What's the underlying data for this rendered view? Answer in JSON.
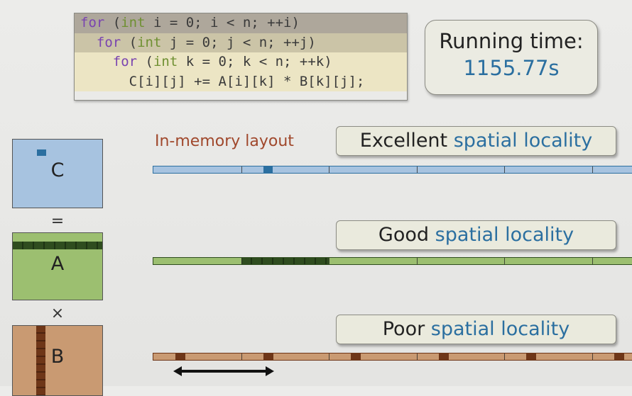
{
  "code": {
    "lines": [
      {
        "kw": "for",
        "open": " (",
        "type": "int",
        "rest": " i = 0; i < n; ++i)"
      },
      {
        "kw": "for",
        "open": " (",
        "type": "int",
        "rest": " j = 0; j < n; ++j)"
      },
      {
        "kw": "for",
        "open": " (",
        "type": "int",
        "rest": " k = 0; k < n; ++k)"
      },
      {
        "body": "C[i][j] += A[i][k] * B[k][j];"
      }
    ]
  },
  "running_time": {
    "label": "Running time:",
    "value": "1155.77s"
  },
  "layout_label": "In-memory layout",
  "localities": [
    {
      "prefix": "Excellent",
      "highlight": "spatial locality"
    },
    {
      "prefix": "Good",
      "highlight": "spatial locality"
    },
    {
      "prefix": "Poor",
      "highlight": "spatial locality"
    }
  ],
  "matrices": {
    "c": "C",
    "a": "A",
    "b": "B"
  },
  "operators": {
    "equals": "=",
    "times": "×"
  },
  "colors": {
    "c_fill": "#a7c3e0",
    "c_dark": "#2b6fa0",
    "a_fill": "#9cbf70",
    "a_dark": "#2f4d1f",
    "b_fill": "#c99a72",
    "b_dark": "#6e3618"
  }
}
